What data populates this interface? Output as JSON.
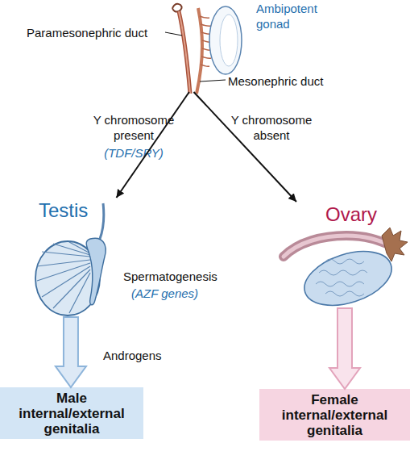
{
  "diagram": {
    "nodes": [
      {
        "text": [
          "Ambipotent gonad"
        ]
      },
      {
        "text": [
          "Testis"
        ]
      },
      {
        "text": [
          "Ovary"
        ]
      },
      {
        "text": [
          "Male internal/external genitalia"
        ]
      },
      {
        "text": [
          "Female internal/external genitalia"
        ]
      }
    ],
    "edges": [
      {
        "from": 0,
        "to": 1,
        "arrow": "to",
        "label": "Y chromosome present"
      },
      {
        "from": 0,
        "to": 2,
        "arrow": "to",
        "label": "Y chromosome absent"
      },
      {
        "from": 1,
        "to": 3,
        "arrow": "to",
        "label": "Androgens"
      },
      {
        "from": 2,
        "to": 4,
        "arrow": "to"
      }
    ],
    "labels": [
      "Paramesonephric duct",
      "Mesonephric duct",
      "(TDF/SRY)",
      "Spermatogenesis",
      "(AZF genes)"
    ]
  }
}
